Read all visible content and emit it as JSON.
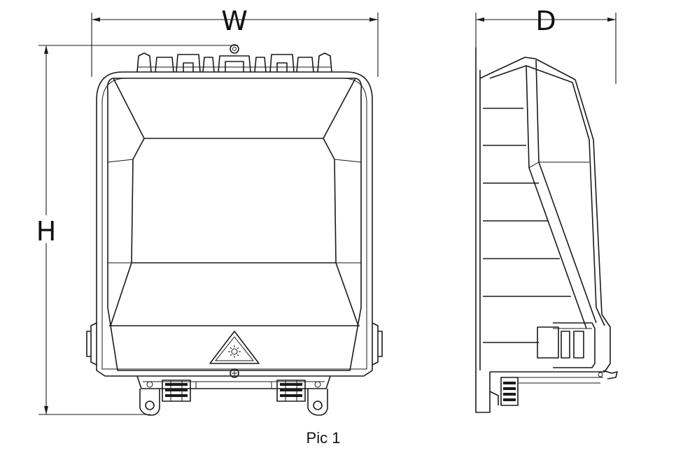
{
  "labels": {
    "width": "W",
    "depth": "D",
    "height": "H",
    "caption": "Pic 1"
  },
  "colors": {
    "line": "#1a1a1a",
    "background": "#ffffff"
  },
  "icons": {
    "laser_warning": "laser-warning-triangle-icon"
  }
}
